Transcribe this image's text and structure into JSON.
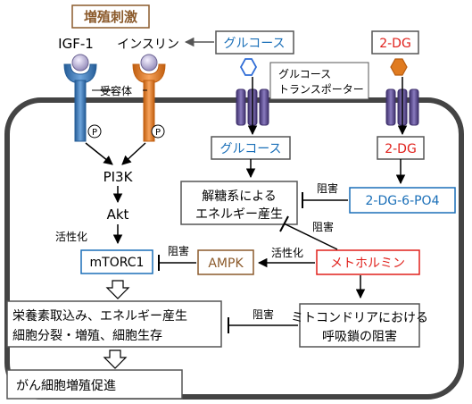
{
  "top_label": "増殖刺激",
  "igf1": "IGF-1",
  "insulin": "インスリン",
  "receptor": "受容体",
  "glucose_top": "グルコース",
  "dg_top": "2-DG",
  "transporter_line1": "グルコース",
  "transporter_line2": "トランスポーター",
  "phospho": "P",
  "glucose_inside": "グルコース",
  "dg_inside": "2-DG",
  "pi3k": "PI3K",
  "akt": "Akt",
  "activation": "活性化",
  "mtorc1": "mTORC1",
  "glycolysis_line1": "解糖系による",
  "glycolysis_line2": "エネルギー産生",
  "inhibition": "阻害",
  "dg6po4": "2-DG-6-PO4",
  "ampk": "AMPK",
  "metformin": "メトホルミン",
  "nutrient_line1": "栄養素取込み、エネルギー産生",
  "nutrient_line2": "細胞分裂・増殖、細胞生存",
  "mito_line1": "ミトコンドリアにおける",
  "mito_line2": "呼吸鎖の阻害",
  "cancer": "がん細胞増殖促進",
  "colors": {
    "blue_text": "#1a6fb8",
    "red_text": "#e0201b",
    "brown_text": "#8b5a2b",
    "igf_receptor": "#3b79b6",
    "insulin_receptor": "#e07b20",
    "transporter": "#5b4a8c",
    "glucose_hex": "#2d6bd6",
    "dg_hex": "#e07b20",
    "membrane": "#444444"
  }
}
